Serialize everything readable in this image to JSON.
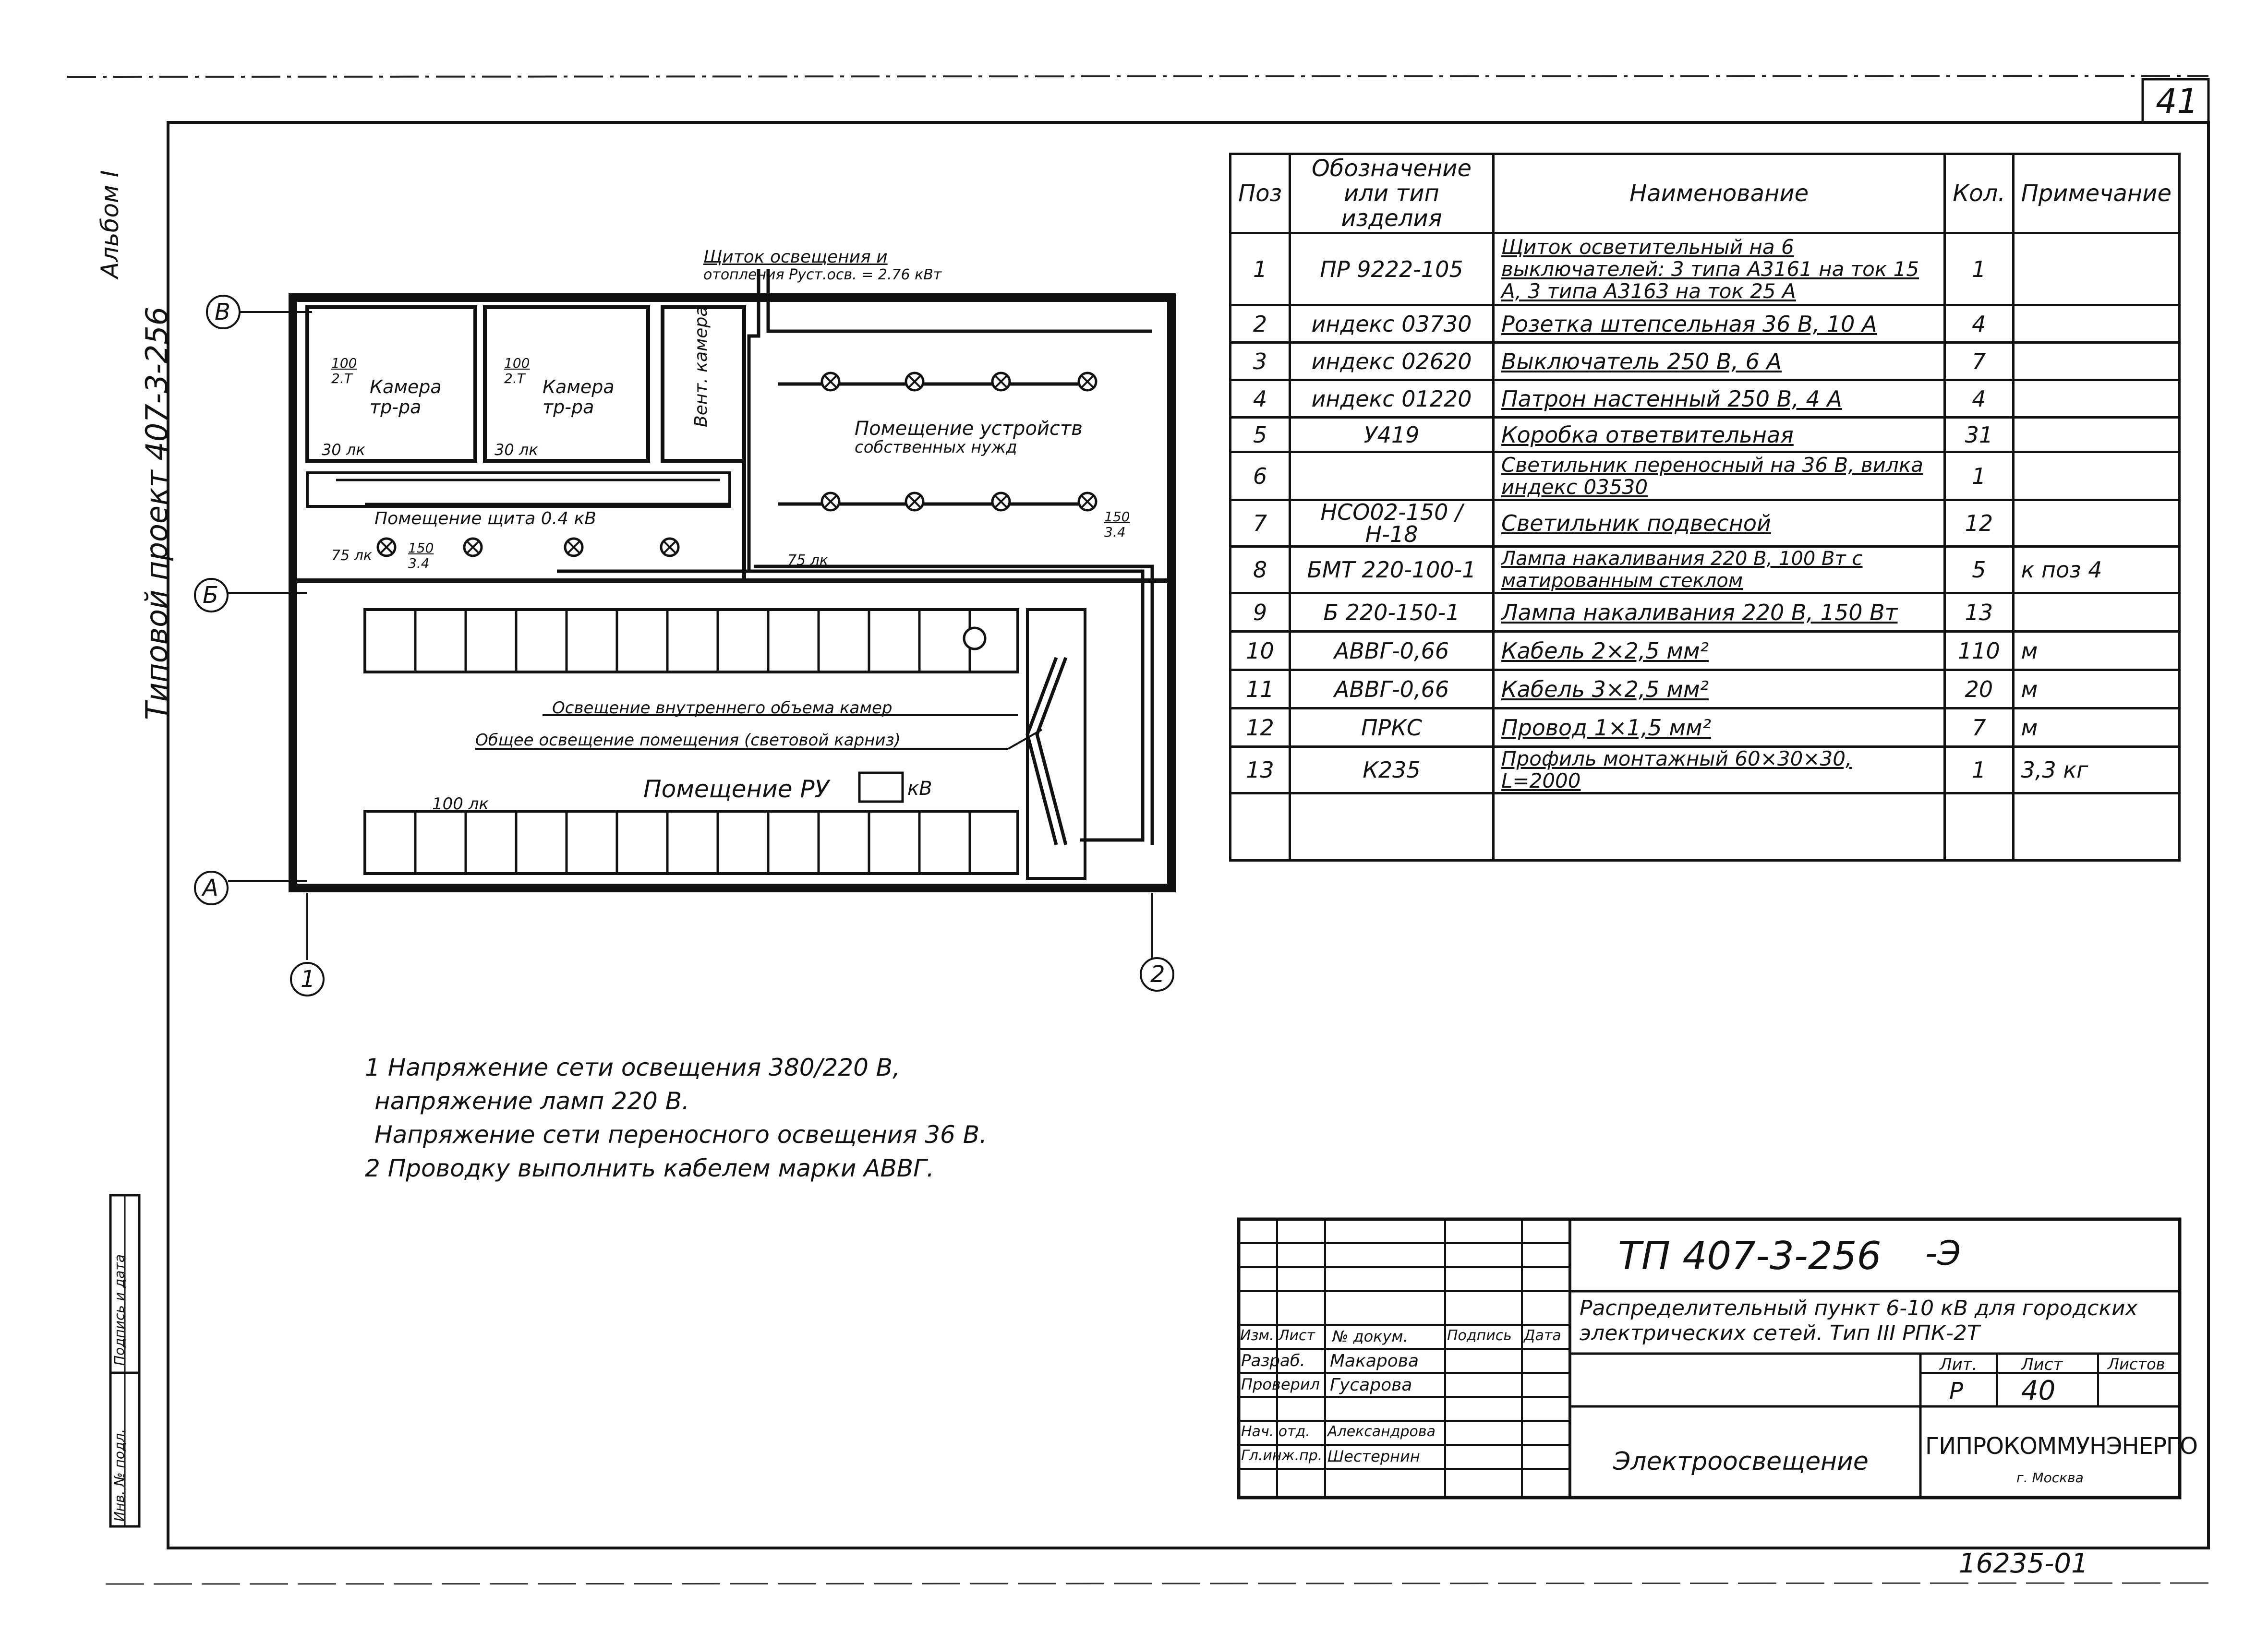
{
  "sheet_number": "41",
  "album": "Альбом I",
  "project": "Типовой проект 407-3-256",
  "left_margin": {
    "inv_no": "Инв. № подл.",
    "sign_date": "Подпись и дата"
  },
  "plan": {
    "axes": {
      "v": "В",
      "b": "Б",
      "a": "А",
      "one": "1",
      "two": "2"
    },
    "panel_label_1": "Щиток освещения и",
    "panel_label_2": "отопления Руст.осв. = 2.76 кВт",
    "room_chamber_1": "Камера тр-ра",
    "room_chamber_2": "Камера тр-ра",
    "room_vent": "Вент. камера",
    "room_own_needs_1": "Помещение устройств",
    "room_own_needs_2": "собственных нужд",
    "room_shield": "Помещение щита 0.4 кВ",
    "room_ru": "Помещение РУ",
    "room_ru_kv": "кВ",
    "lux_30_a": "30 лк",
    "lux_30_b": "30 лк",
    "lux_75_a": "75 лк",
    "lux_75_b": "75 лк",
    "lux_100": "100 лк",
    "fraction_top_1": "100",
    "fraction_bottom_1": "2.Т",
    "fraction_top_2": "100",
    "fraction_bottom_2": "2.Т",
    "fraction_top_3": "150",
    "fraction_bottom_3": "3.4",
    "fraction_top_4": "150",
    "fraction_bottom_4": "3.4",
    "lighting_inner": "Освещение внутреннего объема камер",
    "lighting_general": "Общее освещение помещения (световой карниз)"
  },
  "notes": [
    "1 Напряжение сети освещения 380/220 В,",
    "напряжение ламп 220 В.",
    "Напряжение сети переносного освещения 36 В.",
    "2 Проводку выполнить кабелем марки АВВГ."
  ],
  "spec_table": {
    "headers": {
      "pos": "Поз",
      "designation": "Обозначение или тип изделия",
      "name": "Наименование",
      "qty": "Кол.",
      "note": "Примечание"
    },
    "rows": [
      {
        "pos": "1",
        "designation": "ПР 9222-105",
        "name": "Щиток осветительный на 6 выключателей: 3 типа А3161 на ток 15 А, 3 типа А3163 на ток 25 А",
        "qty": "1",
        "note": ""
      },
      {
        "pos": "2",
        "designation": "индекс 03730",
        "name": "Розетка штепсельная 36 В, 10 А",
        "qty": "4",
        "note": ""
      },
      {
        "pos": "3",
        "designation": "индекс 02620",
        "name": "Выключатель 250 В, 6 А",
        "qty": "7",
        "note": ""
      },
      {
        "pos": "4",
        "designation": "индекс 01220",
        "name": "Патрон настенный 250 В, 4 А",
        "qty": "4",
        "note": ""
      },
      {
        "pos": "5",
        "designation": "У419",
        "name": "Коробка ответвительная",
        "qty": "31",
        "note": ""
      },
      {
        "pos": "6",
        "designation": "",
        "name": "Светильник переносный на 36 В, вилка индекс 03530",
        "qty": "1",
        "note": ""
      },
      {
        "pos": "7",
        "designation": "НСО02-150 /Н-18",
        "name": "Светильник подвесной",
        "qty": "12",
        "note": ""
      },
      {
        "pos": "8",
        "designation": "БМТ 220-100-1",
        "name": "Лампа накаливания 220 В, 100 Вт с матированным стеклом",
        "qty": "5",
        "note": "к поз 4"
      },
      {
        "pos": "9",
        "designation": "Б 220-150-1",
        "name": "Лампа накаливания 220 В, 150 Вт",
        "qty": "13",
        "note": ""
      },
      {
        "pos": "10",
        "designation": "АВВГ-0,66",
        "name": "Кабель 2×2,5 мм²",
        "qty": "110",
        "note": "м"
      },
      {
        "pos": "11",
        "designation": "АВВГ-0,66",
        "name": "Кабель 3×2,5 мм²",
        "qty": "20",
        "note": "м"
      },
      {
        "pos": "12",
        "designation": "ПРКС",
        "name": "Провод 1×1,5 мм²",
        "qty": "7",
        "note": "м"
      },
      {
        "pos": "13",
        "designation": "К235",
        "name": "Профиль монтажный 60×30×30, L=2000",
        "qty": "1",
        "note": "3,3 кг"
      }
    ]
  },
  "stamp": {
    "doc_code": "ТП 407-3-256",
    "doc_suffix": "-Э",
    "title_line_1": "Распределительный пункт 6-10 кВ для городских",
    "title_line_2": "электрических сетей. Тип III РПК-2Т",
    "col_izm": "Изм.",
    "col_list": "Лист",
    "col_doc": "№ докум.",
    "col_sign": "Подпись",
    "col_date": "Дата",
    "razrab_label": "Разраб.",
    "razrab_name": "Макарова",
    "prover_label": "Проверил",
    "prover_name": "Гусарова",
    "nach_label": "Нач. отд.",
    "nach_name": "Александрова",
    "gip_label": "Гл.инж.пр.",
    "gip_name": "Шестернин",
    "sheet_title": "Электроосвещение",
    "lit_label": "Лит.",
    "sheet_label": "Лист",
    "sheets_label": "Листов",
    "lit_value": "Р",
    "sheet_value": "40",
    "org": "ГИПРОКОММУНЭНЕРГО",
    "city": "г. Москва"
  },
  "bottom_code": "16235-01"
}
